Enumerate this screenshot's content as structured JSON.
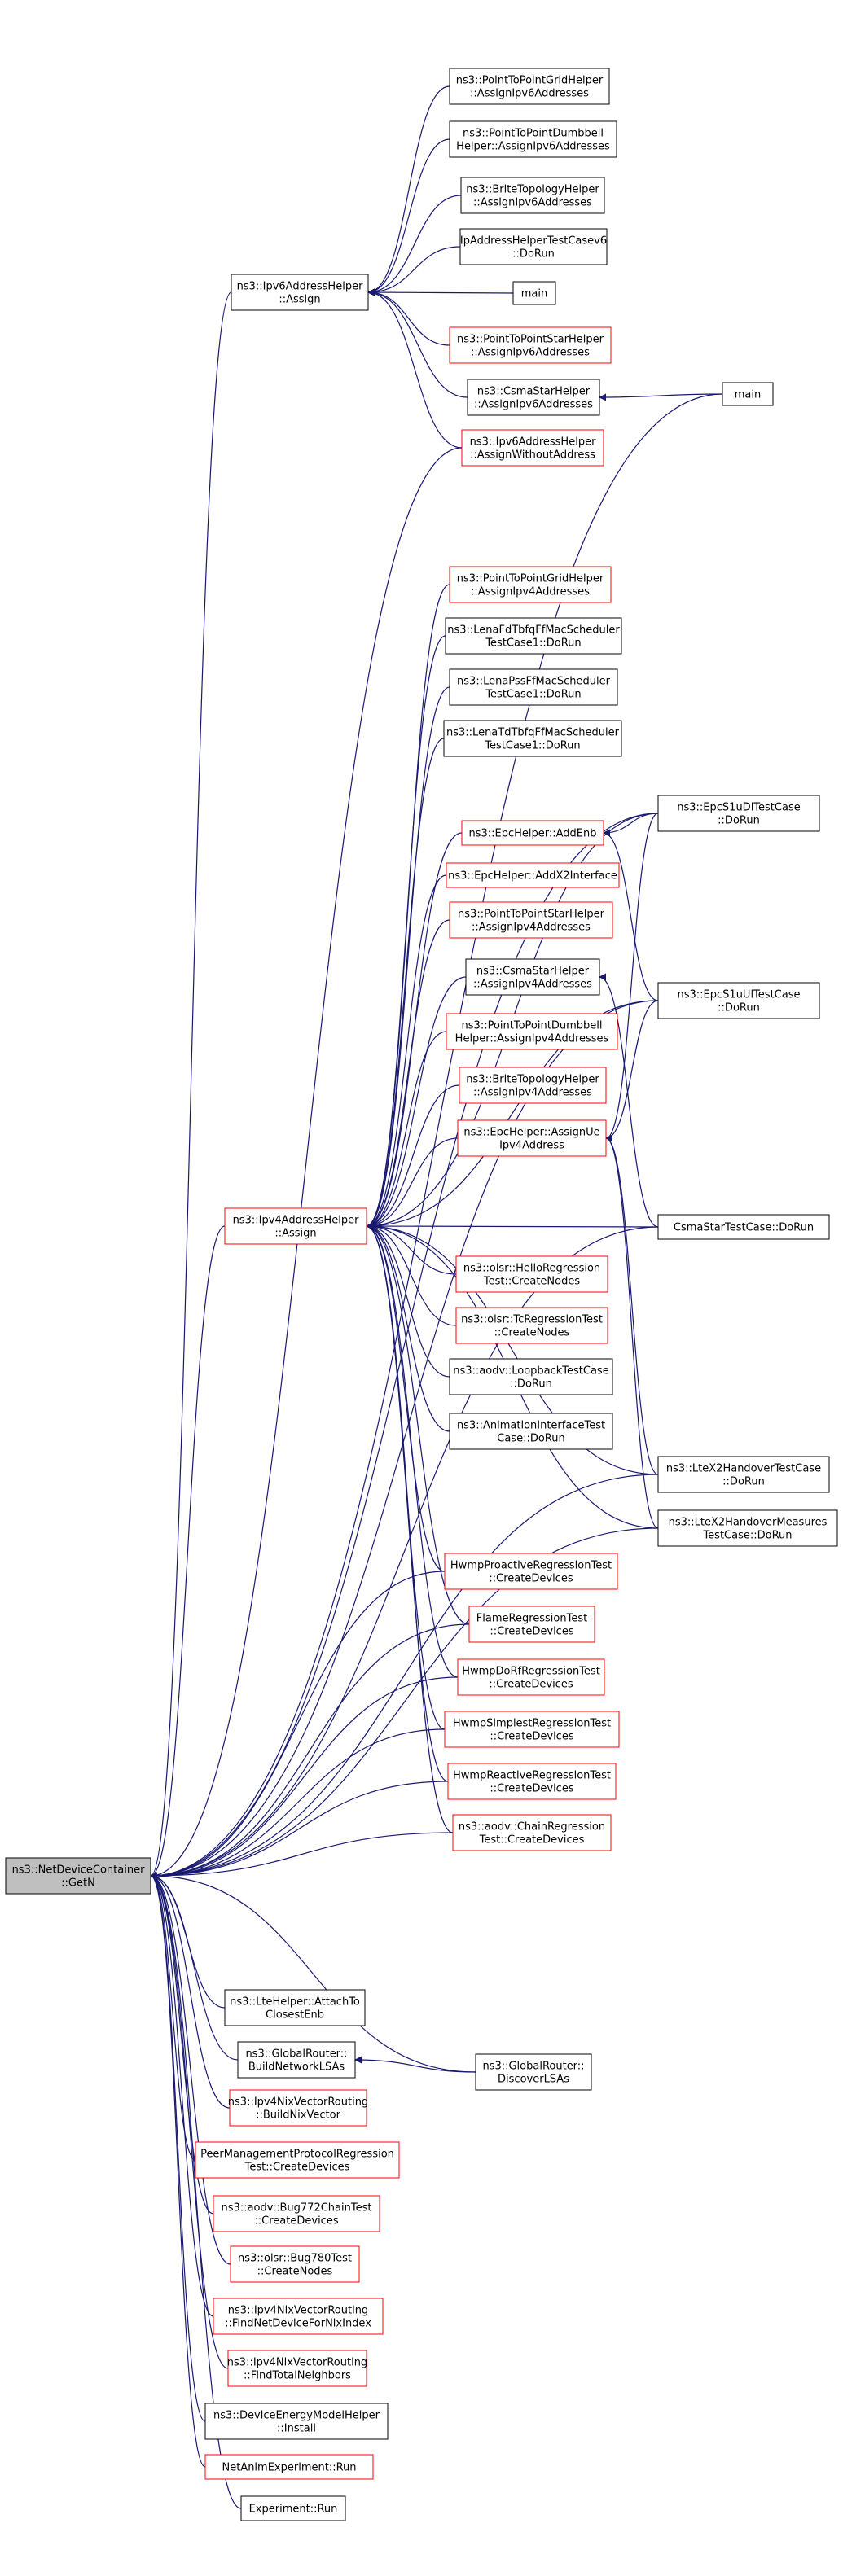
{
  "graph": {
    "focus": "n0",
    "nodes": [
      {
        "id": "n0",
        "lines": [
          "ns3::NetDeviceContainer",
          "::GetN"
        ],
        "style": "focus"
      },
      {
        "id": "n1",
        "lines": [
          "ns3::Ipv6AddressHelper",
          "::Assign"
        ],
        "style": "black"
      },
      {
        "id": "n2",
        "lines": [
          "ns3::PointToPointGridHelper",
          "::AssignIpv6Addresses"
        ],
        "style": "black"
      },
      {
        "id": "n3",
        "lines": [
          "ns3::PointToPointDumbbell",
          "Helper::AssignIpv6Addresses"
        ],
        "style": "black"
      },
      {
        "id": "n4",
        "lines": [
          "ns3::BriteTopologyHelper",
          "::AssignIpv6Addresses"
        ],
        "style": "black"
      },
      {
        "id": "n5",
        "lines": [
          "IpAddressHelperTestCasev6",
          "::DoRun"
        ],
        "style": "black"
      },
      {
        "id": "n6",
        "lines": [
          "main"
        ],
        "style": "black"
      },
      {
        "id": "n7",
        "lines": [
          "ns3::PointToPointStarHelper",
          "::AssignIpv6Addresses"
        ],
        "style": "red"
      },
      {
        "id": "n8",
        "lines": [
          "ns3::CsmaStarHelper",
          "::AssignIpv6Addresses"
        ],
        "style": "black"
      },
      {
        "id": "n9",
        "lines": [
          "ns3::Ipv6AddressHelper",
          "::AssignWithoutAddress"
        ],
        "style": "red"
      },
      {
        "id": "n10",
        "lines": [
          "main"
        ],
        "style": "black"
      },
      {
        "id": "n11",
        "lines": [
          "ns3::Ipv4AddressHelper",
          "::Assign"
        ],
        "style": "red"
      },
      {
        "id": "n12",
        "lines": [
          "ns3::PointToPointGridHelper",
          "::AssignIpv4Addresses"
        ],
        "style": "red"
      },
      {
        "id": "n13",
        "lines": [
          "ns3::LenaFdTbfqFfMacScheduler",
          "TestCase1::DoRun"
        ],
        "style": "black"
      },
      {
        "id": "n14",
        "lines": [
          "ns3::LenaPssFfMacScheduler",
          "TestCase1::DoRun"
        ],
        "style": "black"
      },
      {
        "id": "n15",
        "lines": [
          "ns3::LenaTdTbfqFfMacScheduler",
          "TestCase1::DoRun"
        ],
        "style": "black"
      },
      {
        "id": "n16",
        "lines": [
          "ns3::EpcHelper::AddEnb"
        ],
        "style": "red"
      },
      {
        "id": "n17",
        "lines": [
          "ns3::EpcHelper::AddX2Interface"
        ],
        "style": "red"
      },
      {
        "id": "n18",
        "lines": [
          "ns3::PointToPointStarHelper",
          "::AssignIpv4Addresses"
        ],
        "style": "red"
      },
      {
        "id": "n19",
        "lines": [
          "ns3::CsmaStarHelper",
          "::AssignIpv4Addresses"
        ],
        "style": "black"
      },
      {
        "id": "n20",
        "lines": [
          "ns3::PointToPointDumbbell",
          "Helper::AssignIpv4Addresses"
        ],
        "style": "red"
      },
      {
        "id": "n21",
        "lines": [
          "ns3::BriteTopologyHelper",
          "::AssignIpv4Addresses"
        ],
        "style": "red"
      },
      {
        "id": "n22",
        "lines": [
          "ns3::EpcHelper::AssignUe",
          "Ipv4Address"
        ],
        "style": "red"
      },
      {
        "id": "n23",
        "lines": [
          "ns3::olsr::HelloRegression",
          "Test::CreateNodes"
        ],
        "style": "red"
      },
      {
        "id": "n24",
        "lines": [
          "ns3::olsr::TcRegressionTest",
          "::CreateNodes"
        ],
        "style": "red"
      },
      {
        "id": "n25",
        "lines": [
          "ns3::aodv::LoopbackTestCase",
          "::DoRun"
        ],
        "style": "black"
      },
      {
        "id": "n26",
        "lines": [
          "ns3::AnimationInterfaceTest",
          "Case::DoRun"
        ],
        "style": "black"
      },
      {
        "id": "n27",
        "lines": [
          "ns3::EpcS1uDlTestCase",
          "::DoRun"
        ],
        "style": "black"
      },
      {
        "id": "n28",
        "lines": [
          "ns3::EpcS1uUlTestCase",
          "::DoRun"
        ],
        "style": "black"
      },
      {
        "id": "n29",
        "lines": [
          "CsmaStarTestCase::DoRun"
        ],
        "style": "black"
      },
      {
        "id": "n30",
        "lines": [
          "ns3::LteX2HandoverTestCase",
          "::DoRun"
        ],
        "style": "black"
      },
      {
        "id": "n31",
        "lines": [
          "ns3::LteX2HandoverMeasures",
          "TestCase::DoRun"
        ],
        "style": "black"
      },
      {
        "id": "n32",
        "lines": [
          "HwmpProactiveRegressionTest",
          "::CreateDevices"
        ],
        "style": "red"
      },
      {
        "id": "n33",
        "lines": [
          "FlameRegressionTest",
          "::CreateDevices"
        ],
        "style": "red"
      },
      {
        "id": "n34",
        "lines": [
          "HwmpDoRfRegressionTest",
          "::CreateDevices"
        ],
        "style": "red"
      },
      {
        "id": "n35",
        "lines": [
          "HwmpSimplestRegressionTest",
          "::CreateDevices"
        ],
        "style": "red"
      },
      {
        "id": "n36",
        "lines": [
          "HwmpReactiveRegressionTest",
          "::CreateDevices"
        ],
        "style": "red"
      },
      {
        "id": "n37",
        "lines": [
          "ns3::aodv::ChainRegression",
          "Test::CreateDevices"
        ],
        "style": "red"
      },
      {
        "id": "n38",
        "lines": [
          "ns3::LteHelper::AttachTo",
          "ClosestEnb"
        ],
        "style": "black"
      },
      {
        "id": "n39",
        "lines": [
          "ns3::GlobalRouter::",
          "BuildNetworkLSAs"
        ],
        "style": "black"
      },
      {
        "id": "n40",
        "lines": [
          "ns3::GlobalRouter::",
          "DiscoverLSAs"
        ],
        "style": "black"
      },
      {
        "id": "n41",
        "lines": [
          "ns3::Ipv4NixVectorRouting",
          "::BuildNixVector"
        ],
        "style": "red"
      },
      {
        "id": "n42",
        "lines": [
          "PeerManagementProtocolRegression",
          "Test::CreateDevices"
        ],
        "style": "red"
      },
      {
        "id": "n43",
        "lines": [
          "ns3::aodv::Bug772ChainTest",
          "::CreateDevices"
        ],
        "style": "red"
      },
      {
        "id": "n44",
        "lines": [
          "ns3::olsr::Bug780Test",
          "::CreateNodes"
        ],
        "style": "red"
      },
      {
        "id": "n45",
        "lines": [
          "ns3::Ipv4NixVectorRouting",
          "::FindNetDeviceForNixIndex"
        ],
        "style": "red"
      },
      {
        "id": "n46",
        "lines": [
          "ns3::Ipv4NixVectorRouting",
          "::FindTotalNeighbors"
        ],
        "style": "red"
      },
      {
        "id": "n47",
        "lines": [
          "ns3::DeviceEnergyModelHelper",
          "::Install"
        ],
        "style": "black"
      },
      {
        "id": "n48",
        "lines": [
          "NetAnimExperiment::Run"
        ],
        "style": "red"
      },
      {
        "id": "n49",
        "lines": [
          "Experiment::Run"
        ],
        "style": "black"
      }
    ],
    "edges": [
      [
        "n1",
        "n0"
      ],
      [
        "n2",
        "n1"
      ],
      [
        "n3",
        "n1"
      ],
      [
        "n4",
        "n1"
      ],
      [
        "n5",
        "n1"
      ],
      [
        "n6",
        "n1"
      ],
      [
        "n7",
        "n1"
      ],
      [
        "n8",
        "n1"
      ],
      [
        "n9",
        "n1"
      ],
      [
        "n10",
        "n8"
      ],
      [
        "n10",
        "n0"
      ],
      [
        "n9",
        "n0"
      ],
      [
        "n11",
        "n0"
      ],
      [
        "n12",
        "n11"
      ],
      [
        "n13",
        "n11"
      ],
      [
        "n14",
        "n11"
      ],
      [
        "n15",
        "n11"
      ],
      [
        "n16",
        "n11"
      ],
      [
        "n17",
        "n11"
      ],
      [
        "n18",
        "n11"
      ],
      [
        "n19",
        "n11"
      ],
      [
        "n20",
        "n11"
      ],
      [
        "n21",
        "n11"
      ],
      [
        "n22",
        "n11"
      ],
      [
        "n23",
        "n11"
      ],
      [
        "n24",
        "n11"
      ],
      [
        "n25",
        "n11"
      ],
      [
        "n26",
        "n11"
      ],
      [
        "n27",
        "n11"
      ],
      [
        "n28",
        "n11"
      ],
      [
        "n29",
        "n11"
      ],
      [
        "n30",
        "n11"
      ],
      [
        "n31",
        "n11"
      ],
      [
        "n32",
        "n11"
      ],
      [
        "n33",
        "n11"
      ],
      [
        "n34",
        "n11"
      ],
      [
        "n35",
        "n11"
      ],
      [
        "n36",
        "n11"
      ],
      [
        "n37",
        "n11"
      ],
      [
        "n27",
        "n16"
      ],
      [
        "n28",
        "n16"
      ],
      [
        "n27",
        "n22"
      ],
      [
        "n28",
        "n22"
      ],
      [
        "n30",
        "n22"
      ],
      [
        "n31",
        "n22"
      ],
      [
        "n29",
        "n19"
      ],
      [
        "n27",
        "n0"
      ],
      [
        "n28",
        "n0"
      ],
      [
        "n29",
        "n0"
      ],
      [
        "n30",
        "n0"
      ],
      [
        "n31",
        "n0"
      ],
      [
        "n32",
        "n0"
      ],
      [
        "n33",
        "n0"
      ],
      [
        "n34",
        "n0"
      ],
      [
        "n35",
        "n0"
      ],
      [
        "n36",
        "n0"
      ],
      [
        "n37",
        "n0"
      ],
      [
        "n38",
        "n0"
      ],
      [
        "n39",
        "n0"
      ],
      [
        "n40",
        "n39"
      ],
      [
        "n40",
        "n0"
      ],
      [
        "n41",
        "n0"
      ],
      [
        "n42",
        "n0"
      ],
      [
        "n43",
        "n0"
      ],
      [
        "n44",
        "n0"
      ],
      [
        "n45",
        "n0"
      ],
      [
        "n46",
        "n0"
      ],
      [
        "n47",
        "n0"
      ],
      [
        "n48",
        "n0"
      ],
      [
        "n49",
        "n0"
      ]
    ]
  }
}
